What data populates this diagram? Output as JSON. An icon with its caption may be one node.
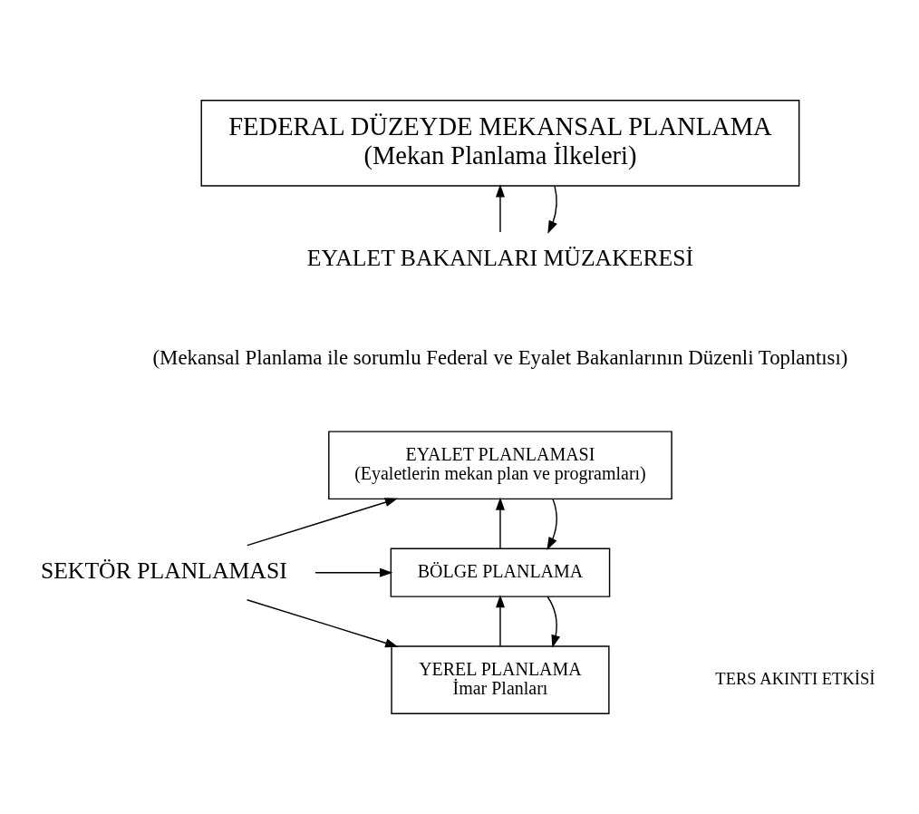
{
  "diagram": {
    "nodes": [
      {
        "text": [
          "FEDERAL DÜZEYDE MEKANSAL PLANLAMA",
          "(Mekan Planlama İlkeleri)"
        ]
      },
      {
        "text": [
          "EYALET BAKANLARI MÜZAKERESİ"
        ]
      },
      {
        "text": [
          "EYALET PLANLAMASI",
          "(Eyaletlerin mekan plan ve programları)"
        ]
      },
      {
        "text": [
          "BÖLGE PLANLAMA"
        ]
      },
      {
        "text": [
          "YEREL PLANLAMA",
          "İmar Planları"
        ]
      },
      {
        "text": [
          "SEKTÖR PLANLAMASI"
        ]
      }
    ],
    "edges": [
      {
        "from": 1,
        "to": 0,
        "arrow": "to"
      },
      {
        "from": 0,
        "to": 1,
        "arrow": "to"
      },
      {
        "from": 3,
        "to": 2,
        "arrow": "to"
      },
      {
        "from": 2,
        "to": 3,
        "arrow": "to"
      },
      {
        "from": 4,
        "to": 3,
        "arrow": "to"
      },
      {
        "from": 3,
        "to": 4,
        "arrow": "to"
      },
      {
        "from": 5,
        "to": 2,
        "arrow": "to"
      },
      {
        "from": 5,
        "to": 3,
        "arrow": "to"
      },
      {
        "from": 5,
        "to": 4,
        "arrow": "to"
      }
    ],
    "labels": [
      "(Mekansal Planlama ile sorumlu Federal ve Eyalet Bakanlarının Düzenli Toplantısı)",
      "TERS AKINTI ETKİSİ"
    ]
  }
}
